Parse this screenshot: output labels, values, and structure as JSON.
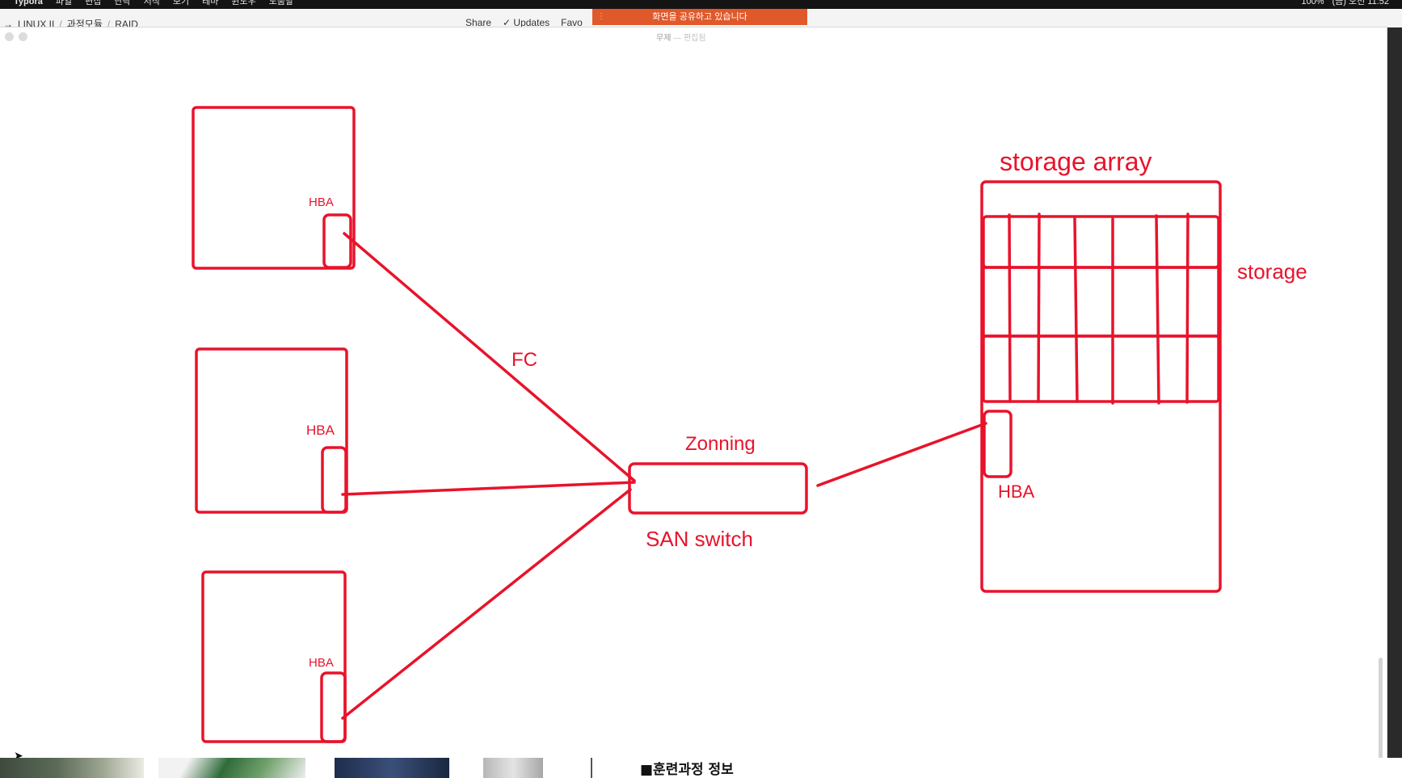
{
  "menubar": {
    "apple": "",
    "items": [
      "Typora",
      "파일",
      "편집",
      "단락",
      "서식",
      "보기",
      "테마",
      "윈도우",
      "도움말"
    ],
    "status": [
      "100%",
      "(금) 오전 11:52"
    ]
  },
  "browser": {
    "breadcrumbs": [
      "LINUX II",
      "과정모듈",
      "RAID"
    ],
    "actions": [
      "Share",
      "Updates",
      "Favo"
    ]
  },
  "share_banner": "화면을 공유하고 있습니다",
  "window": {
    "title": "무제",
    "subtitle": "— 편집됨"
  },
  "diagram": {
    "stroke_color": "#e8132b",
    "labels": {
      "hba_1": "HBA",
      "hba_2": "HBA",
      "hba_3": "HBA",
      "fc": "FC",
      "zoning": "Zonning",
      "san_switch": "SAN switch",
      "storage_array": "storage array",
      "storage": "storage",
      "hba_storage": "HBA"
    }
  },
  "bottom": {
    "section_title": "■훈련과정 정보"
  }
}
